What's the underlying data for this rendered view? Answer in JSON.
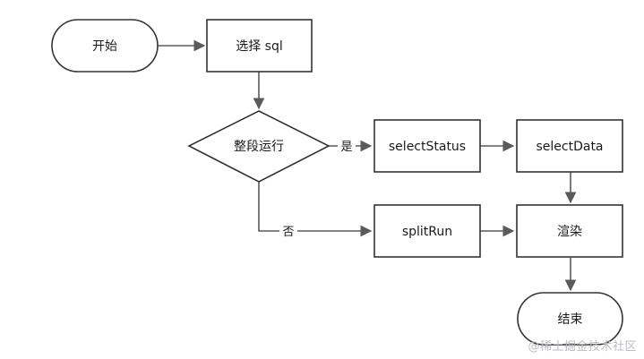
{
  "flowchart": {
    "nodes": {
      "start": "开始",
      "select_sql": "选择 sql",
      "decision": "整段运行",
      "select_status": "selectStatus",
      "select_data": "selectData",
      "split_run": "splitRun",
      "render": "渲染",
      "end": "结束"
    },
    "edges": {
      "yes": "是",
      "no": "否"
    }
  },
  "watermark": "@稀土掘金技术社区",
  "colors": {
    "stroke": "#333333",
    "arrow": "#5a5a5a",
    "fill": "#ffffff",
    "watermark": "#b9bcc2"
  }
}
